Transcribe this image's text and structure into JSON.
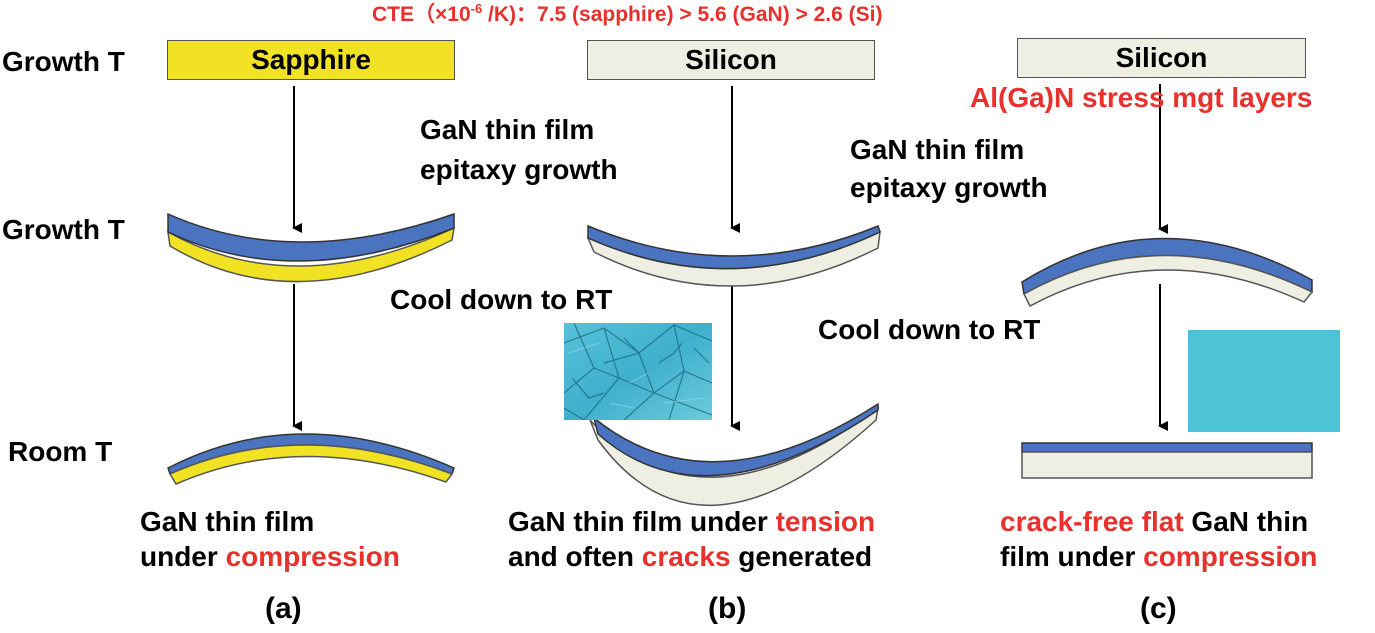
{
  "header": {
    "cte_prefix": "CTE（×10",
    "cte_exp": "-6",
    "cte_rest": " /K)：7.5 (sapphire) > 5.6 (GaN) > 2.6 (Si)"
  },
  "row_labels": {
    "growth_t_1": "Growth T",
    "growth_t_2": "Growth T",
    "room_t": "Room T"
  },
  "panel_a": {
    "substrate_label": "Sapphire",
    "caption_line1": "GaN thin film",
    "caption_line2_prefix": "under ",
    "caption_line2_red": "compression",
    "panel_label": "(a)"
  },
  "panel_b": {
    "substrate_label": "Silicon",
    "growth_line1": "GaN thin film",
    "growth_line2": "epitaxy growth",
    "cool_label": "Cool down to RT",
    "caption_line1_prefix": "GaN thin film under ",
    "caption_line1_red": "tension",
    "caption_line2_prefix": "and often ",
    "caption_line2_red": "cracks",
    "caption_line2_suffix": " generated",
    "panel_label": "(b)"
  },
  "panel_c": {
    "substrate_label": "Silicon",
    "stress_layers": "Al(Ga)N stress mgt layers",
    "growth_line1": "GaN thin film",
    "growth_line2": "epitaxy growth",
    "cool_label": "Cool down to RT",
    "caption_line1_red": "crack-free flat",
    "caption_line1_suffix": " GaN thin",
    "caption_line2_prefix": "film under ",
    "caption_line2_red": "compression",
    "panel_label": "(c)"
  },
  "colors": {
    "gan_blue": "#4a74c0",
    "sapphire_yellow": "#f1e323",
    "silicon_beige": "#efeee2",
    "emphasis_red": "#e8302c",
    "crack_free_cyan": "#4cc3d6"
  }
}
